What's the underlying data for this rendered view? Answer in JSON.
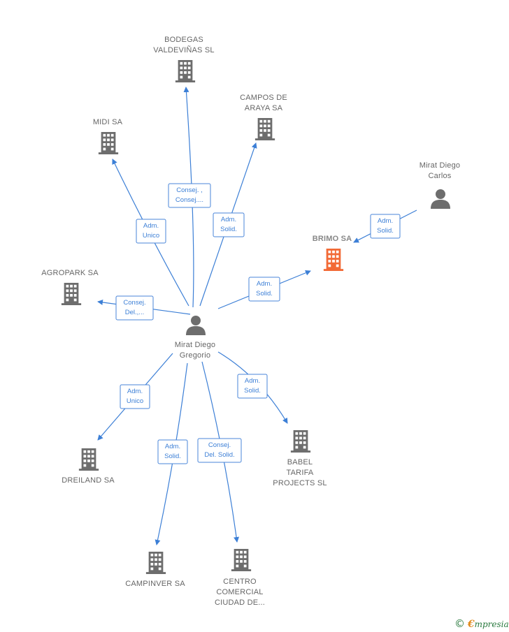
{
  "center": {
    "label": [
      "Mirat Diego",
      "Gregorio"
    ]
  },
  "nodes": [
    {
      "id": "bodegas",
      "label": [
        "BODEGAS",
        "VALDEVIÑAS SL"
      ],
      "type": "company"
    },
    {
      "id": "campos",
      "label": [
        "CAMPOS DE",
        "ARAYA SA"
      ],
      "type": "company"
    },
    {
      "id": "midi",
      "label": [
        "MIDI SA"
      ],
      "type": "company"
    },
    {
      "id": "mirat_carlos",
      "label": [
        "Mirat Diego",
        "Carlos"
      ],
      "type": "person"
    },
    {
      "id": "brimo",
      "label": [
        "BRIMO SA"
      ],
      "type": "company-focus"
    },
    {
      "id": "agropark",
      "label": [
        "AGROPARK SA"
      ],
      "type": "company"
    },
    {
      "id": "dreiland",
      "label": [
        "DREILAND SA"
      ],
      "type": "company"
    },
    {
      "id": "babel",
      "label": [
        "BABEL",
        "TARIFA",
        "PROJECTS SL"
      ],
      "type": "company"
    },
    {
      "id": "campinver",
      "label": [
        "CAMPINVER SA"
      ],
      "type": "company"
    },
    {
      "id": "centro",
      "label": [
        "CENTRO",
        "COMERCIAL",
        "CIUDAD DE..."
      ],
      "type": "company"
    }
  ],
  "edges": [
    {
      "to": "bodegas",
      "label": [
        "Consej. ,",
        "Consej...."
      ]
    },
    {
      "to": "campos",
      "label": [
        "Adm.",
        "Solid."
      ]
    },
    {
      "to": "midi",
      "label": [
        "Adm.",
        "Unico"
      ]
    },
    {
      "to": "brimo",
      "label": [
        "Adm.",
        "Solid."
      ]
    },
    {
      "from": "mirat_carlos",
      "to": "brimo",
      "label": [
        "Adm.",
        "Solid."
      ]
    },
    {
      "to": "agropark",
      "label": [
        "Consej.",
        "Del.,..."
      ]
    },
    {
      "to": "dreiland",
      "label": [
        "Adm.",
        "Unico"
      ]
    },
    {
      "to": "babel",
      "label": [
        "Adm.",
        "Solid."
      ]
    },
    {
      "to": "campinver",
      "label": [
        "Adm.",
        "Solid."
      ]
    },
    {
      "to": "centro",
      "label": [
        "Consej.",
        "Del. Solid."
      ]
    }
  ],
  "colors": {
    "company": "#6d6d6d",
    "focus": "#f26a36",
    "edge": "#3c7fd6"
  },
  "watermark": {
    "symbol": "©",
    "brand_initial": "€",
    "brand_rest": "mpresia"
  }
}
